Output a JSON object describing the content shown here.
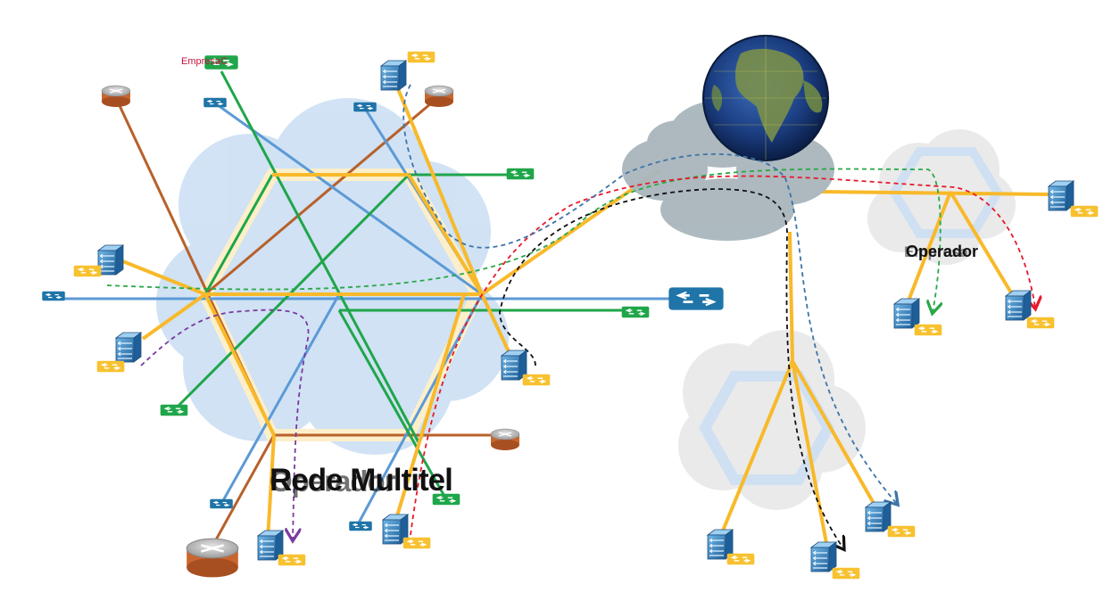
{
  "labels": {
    "network_title": "Rede Multitel",
    "network_title_overlap": "Operador",
    "operator_title": "Operador",
    "operator_title_overlap": "Empresa",
    "company_tag": "EmpresaC"
  },
  "colors": {
    "orange_link": "#f8b92a",
    "green_link": "#1fa64a",
    "blue_link": "#5c9ad6",
    "brown_link": "#b8602b",
    "cloud_blue": "#c5dcf2",
    "cloud_gray": "#e9e9e9",
    "hex_ring": "#fdefca",
    "globe_cloud": "#a9b6bc",
    "flow_green": "#2aa846",
    "flow_red": "#e8182a",
    "flow_black": "#111111",
    "flow_blue": "#3f74a8",
    "flow_purple": "#7a3aa0",
    "switch_blue": "#1f74a8",
    "switch_green": "#1fa64a",
    "switch_yellow": "#f7c130",
    "router_body": "#c9662e",
    "server_body": "#3a8fcf"
  },
  "icons": {
    "globe": "earth-globe-icon",
    "router": "router-icon",
    "switch": "switch-icon",
    "server": "server-icon",
    "cloud": "cloud-icon"
  }
}
